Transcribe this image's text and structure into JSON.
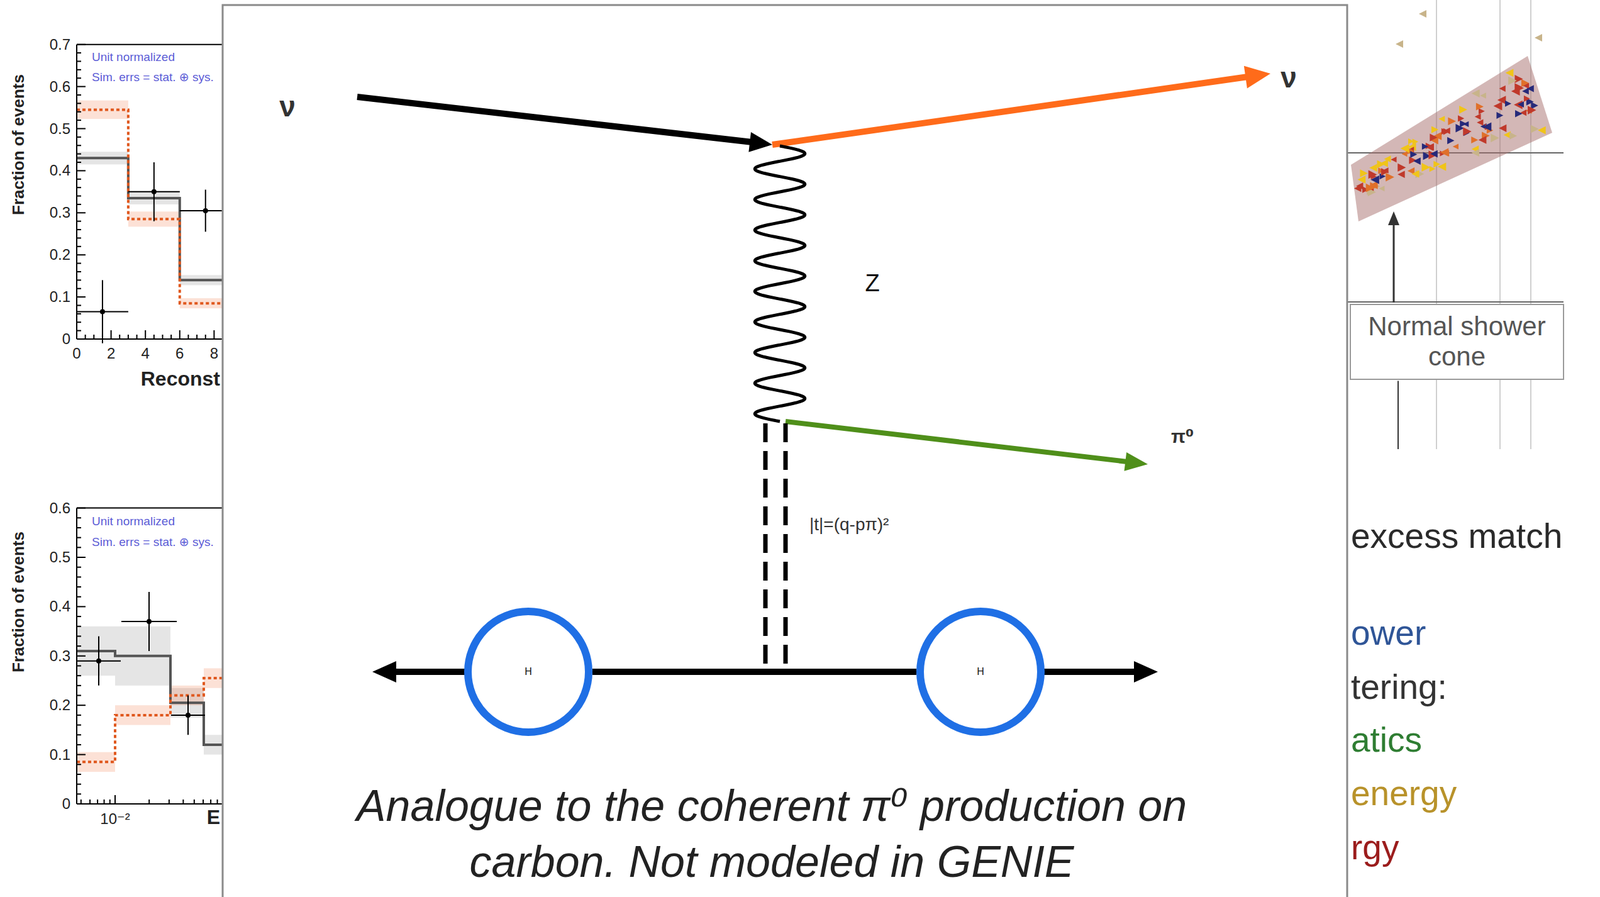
{
  "diagram": {
    "caption": "Analogue to the coherent π⁰ production on carbon. Not modeled in GENIE",
    "nodes": [
      {
        "text": [
          "Normal shower cone"
        ]
      },
      {
        "text": [
          "H"
        ]
      },
      {
        "text": [
          "H"
        ]
      }
    ],
    "edges": [
      {
        "from": 1,
        "to": 2,
        "arrow": "none"
      }
    ],
    "labels": [
      "Unit normalized",
      "Sim. errs = stat. ⊕ sys.",
      "Fraction of events",
      "0.7",
      "0.6",
      "0.5",
      "0.4",
      "0.3",
      "0.2",
      "0.1",
      "0",
      "0",
      "2",
      "4",
      "6",
      "8",
      "Reconst",
      "Unit normalized",
      "Sim. errs = stat. ⊕ sys.",
      "Fraction of events",
      "0.6",
      "0.5",
      "0.4",
      "0.3",
      "0.2",
      "0.1",
      "0",
      "10⁻²",
      "E",
      "ν",
      "ν",
      "Z",
      "π⁰",
      "|t|=(q-pπ)²",
      "excess match",
      "ower",
      "tering:",
      "atics",
      "energy",
      "rgy"
    ]
  }
}
